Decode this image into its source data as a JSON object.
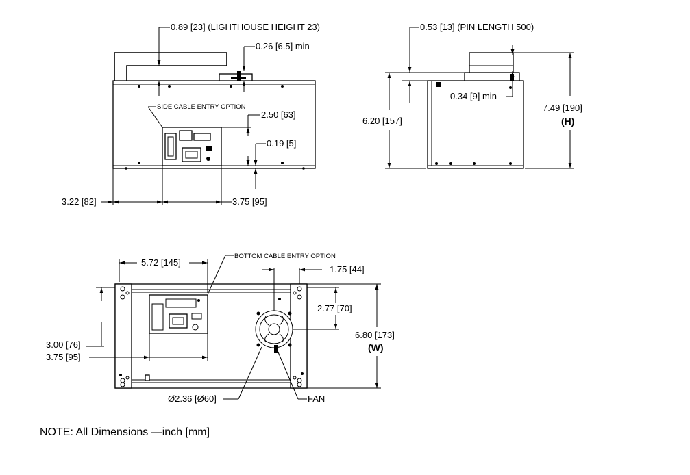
{
  "views": {
    "side": {
      "lighthouse_height_label": "0.89 [23] (LIGHTHOUSE HEIGHT 23)",
      "min_clearance_label": "0.26 [6.5] min",
      "side_cable_entry_label": "SIDE CABLE ENTRY OPTION",
      "panel_height_label": "2.50 [63]",
      "panel_offset_label": "0.19 [5]",
      "left_offset_label": "3.22 [82]",
      "panel_width_label": "3.75 [95]"
    },
    "end": {
      "pin_length_label": "0.53 [13] (PIN LENGTH 500)",
      "top_clearance_label": "0.34 [9] min",
      "body_height_label": "6.20 [157]",
      "total_height_label": "7.49 [190]",
      "height_symbol": "(H)"
    },
    "bottom": {
      "bottom_cable_entry_label": "BOTTOM CABLE ENTRY OPTION",
      "cutout_offset_label": "5.72 [145]",
      "fan_x_label": "1.75 [44]",
      "fan_y_label": "2.77 [70]",
      "cutout_height_label": "3.00 [76]",
      "cutout_width_label": "3.75 [95]",
      "width_label": "6.80 [173]",
      "width_symbol": "(W)",
      "fan_diameter_label": "Ø2.36 [Ø60]",
      "fan_label": "FAN"
    }
  },
  "note": "NOTE: All Dimensions —inch [mm]"
}
